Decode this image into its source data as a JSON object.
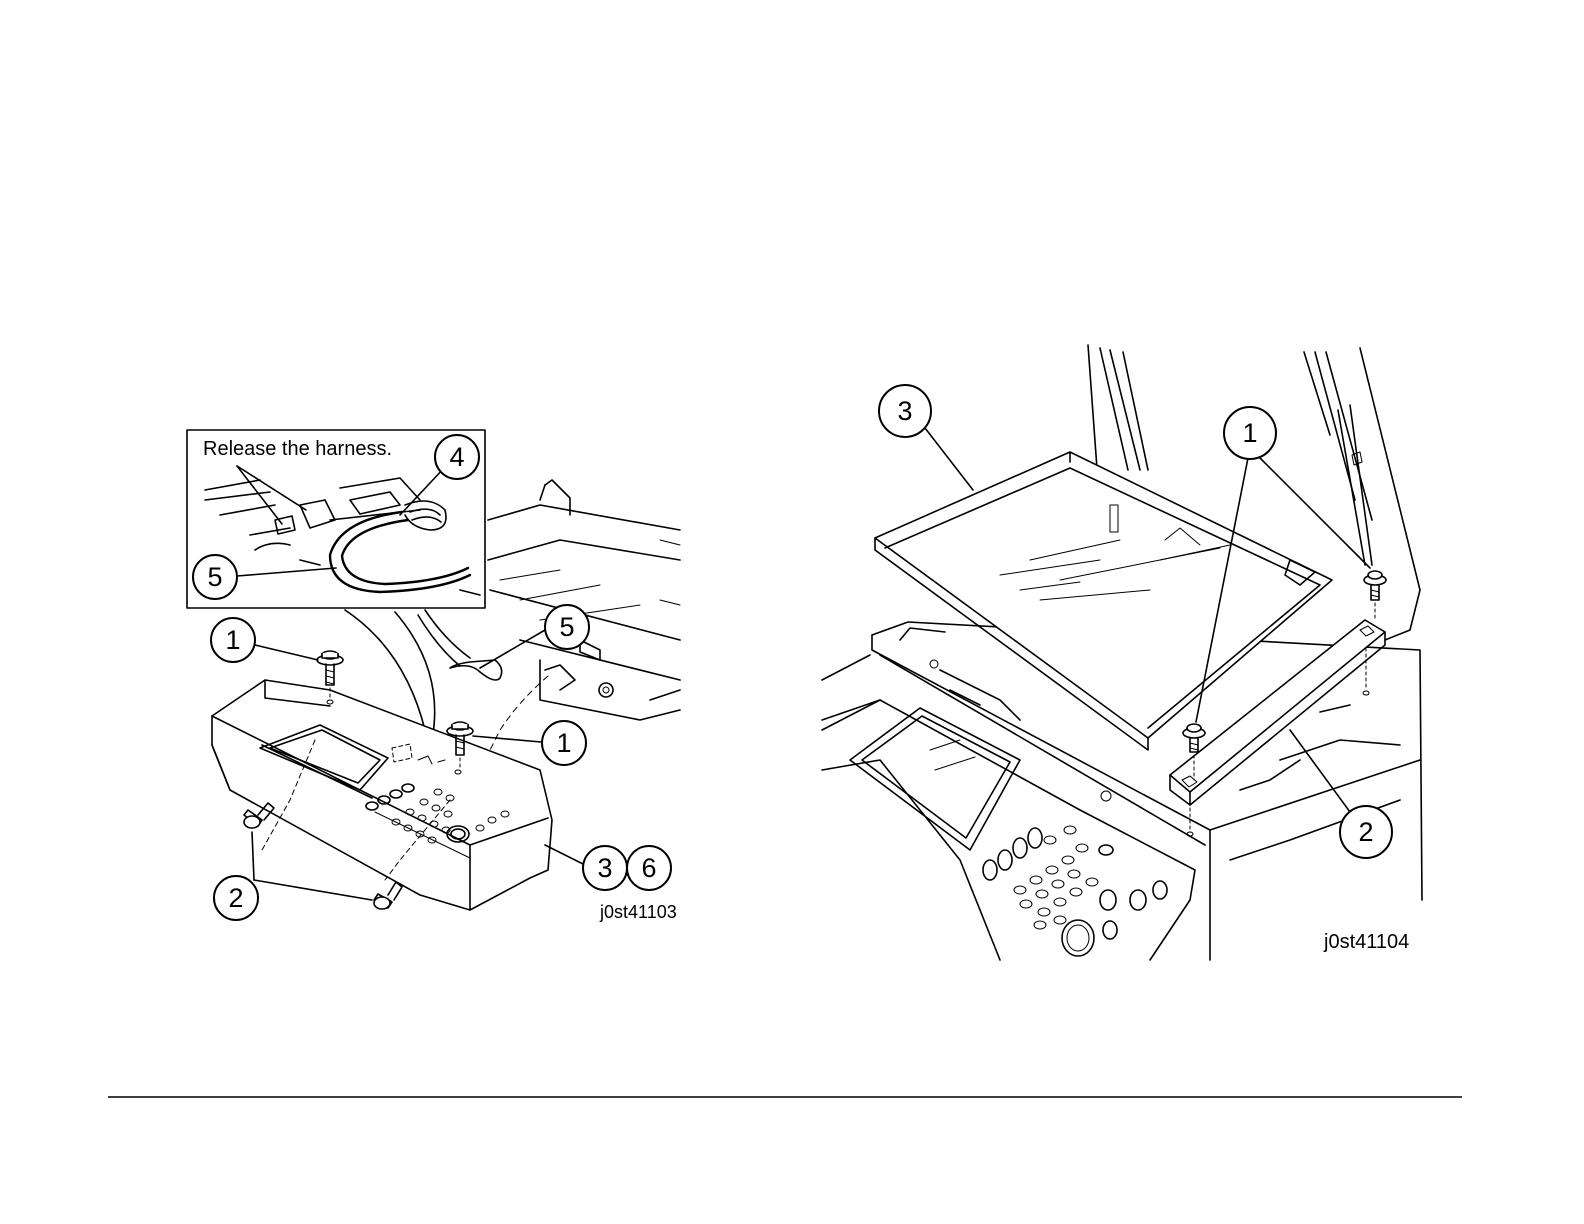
{
  "left_figure": {
    "inset_caption": "Release the harness.",
    "figure_id": "j0st41103",
    "callouts": {
      "screw_top": "1",
      "screw_mid": "1",
      "screws_front": "2",
      "panel_a": "3",
      "panel_b": "6",
      "harness_clamp": "4",
      "harness_inset": "5",
      "harness_main": "5"
    }
  },
  "right_figure": {
    "figure_id": "j0st41104",
    "callouts": {
      "glass": "3",
      "screws": "1",
      "bracket": "2"
    }
  }
}
